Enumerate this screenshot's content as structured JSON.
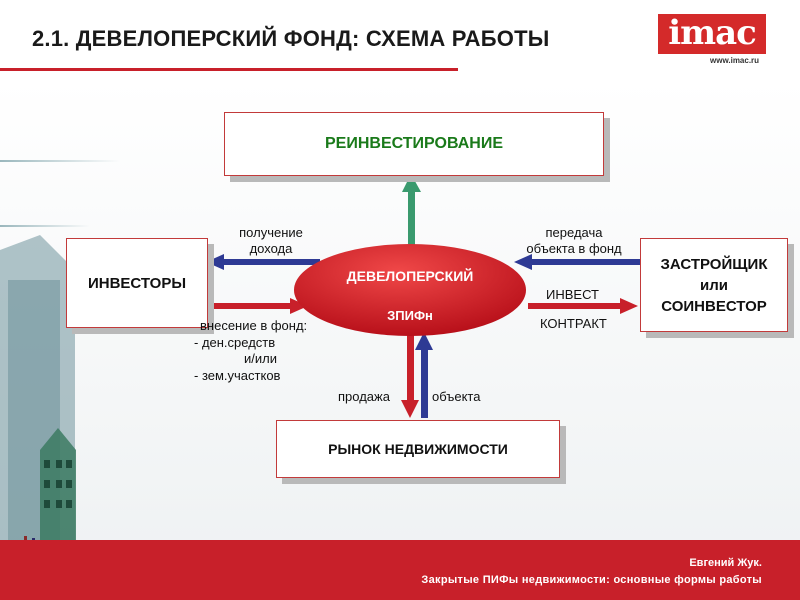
{
  "header": {
    "title": "2.1. ДЕВЕЛОПЕРСКИЙ ФОНД: СХЕМА РАБОТЫ",
    "logo_text": "imac",
    "logo_url": "www.imac.ru"
  },
  "diagram": {
    "reinvest": "РЕИНВЕСТИРОВАНИЕ",
    "investors": "ИНВЕСТОРЫ",
    "developer": [
      "ЗАСТРОЙЩИК",
      "или",
      "СОИНВЕСТОР"
    ],
    "center": [
      "ДЕВЕЛОПЕРСКИЙ",
      "ЗПИФн"
    ],
    "market": "РЫНОК НЕДВИЖИМОСТИ",
    "income_label": [
      "получение",
      "дохода"
    ],
    "contribution_label": [
      "внесение в фонд:",
      "- ден.средств",
      "и/или",
      "- зем.участков"
    ],
    "transfer_label": [
      "передача",
      "объекта в фонд"
    ],
    "contract_label": [
      "ИНВЕСТ",
      "КОНТРАКТ"
    ],
    "sale_label": [
      "продажа",
      "объекта"
    ]
  },
  "footer": {
    "author": "Евгений Жук.",
    "subtitle": "Закрытые ПИФы недвижимости: основные формы работы"
  },
  "colors": {
    "accent_red": "#c8202a",
    "arrow_green": "#3a9a6e",
    "arrow_blue": "#2e3a94",
    "reinvest_text": "#1a7a1a"
  }
}
